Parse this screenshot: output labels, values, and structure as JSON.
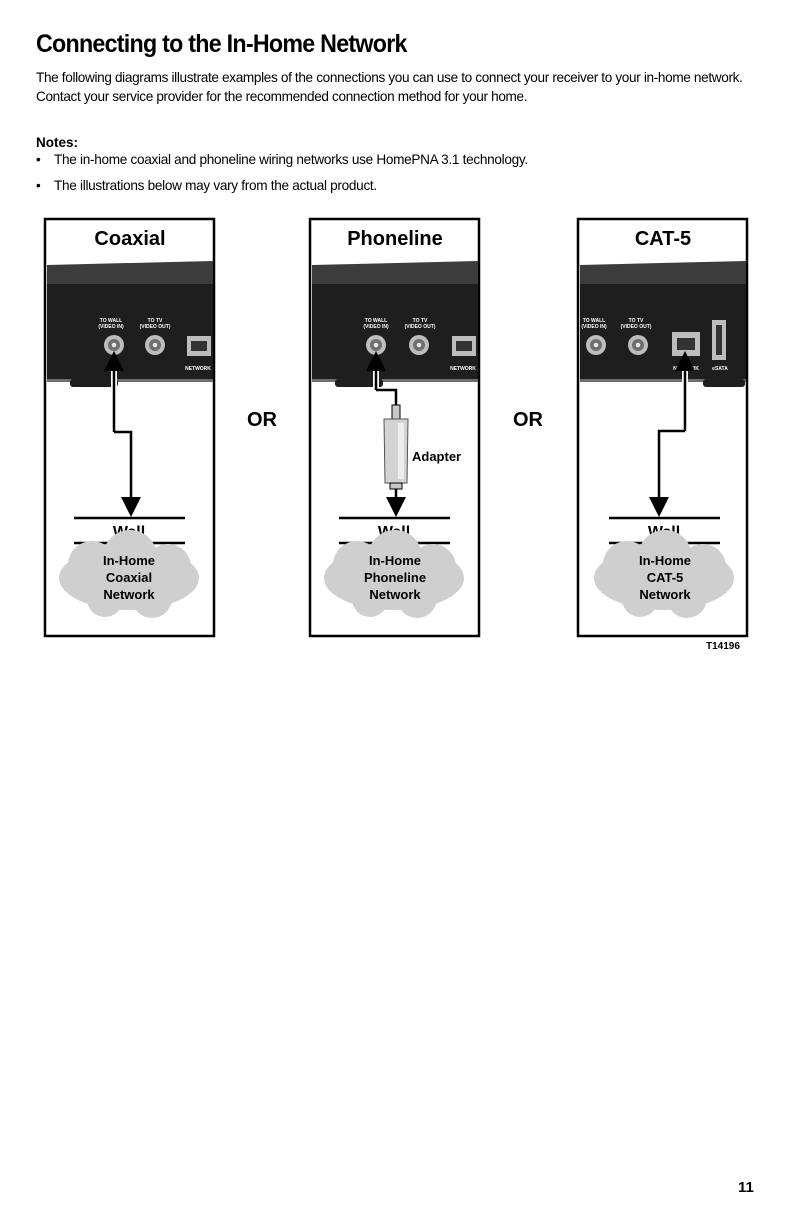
{
  "page": {
    "title": "Connecting to the In-Home Network",
    "intro": "The following diagrams illustrate examples of the connections you can use to connect your receiver to your in-home network. Contact your service provider for the recommended connection method for your home.",
    "notes_heading": "Notes:",
    "notes": [
      "The in-home coaxial and phoneline wiring networks use HomePNA 3.1 technology.",
      "The illustrations below may vary from the actual product."
    ],
    "bullet": "•",
    "page_number": "11"
  },
  "diagram": {
    "panels": [
      {
        "title": "Coaxial",
        "port1": [
          "TO WALL",
          "(VIDEO IN)"
        ],
        "port2": [
          "TO TV",
          "(VIDEO OUT)"
        ],
        "network_label": "NETWORK",
        "wall": "Wall",
        "cloud": [
          "In-Home",
          "Coaxial",
          "Network"
        ]
      },
      {
        "title": "Phoneline",
        "port1": [
          "TO WALL",
          "(VIDEO IN)"
        ],
        "port2": [
          "TO TV",
          "(VIDEO OUT)"
        ],
        "network_label": "NETWORK",
        "wall": "Wall",
        "cloud": [
          "In-Home",
          "Phoneline",
          "Network"
        ],
        "adapter": "Adapter"
      },
      {
        "title": "CAT-5",
        "port1": [
          "TO WALL",
          "(VIDEO IN)"
        ],
        "port2": [
          "TO TV",
          "(VIDEO OUT)"
        ],
        "network_label": "NETWORK",
        "esata_label": "eSATA",
        "wall": "Wall",
        "cloud": [
          "In-Home",
          "CAT-5",
          "Network"
        ]
      }
    ],
    "or_labels": [
      "OR",
      "OR"
    ],
    "figure_id": "T14196",
    "colors": {
      "panel_back": "#1e1e1e",
      "cloud": "#cfcfcf",
      "connector": "#c8c8c8"
    }
  }
}
